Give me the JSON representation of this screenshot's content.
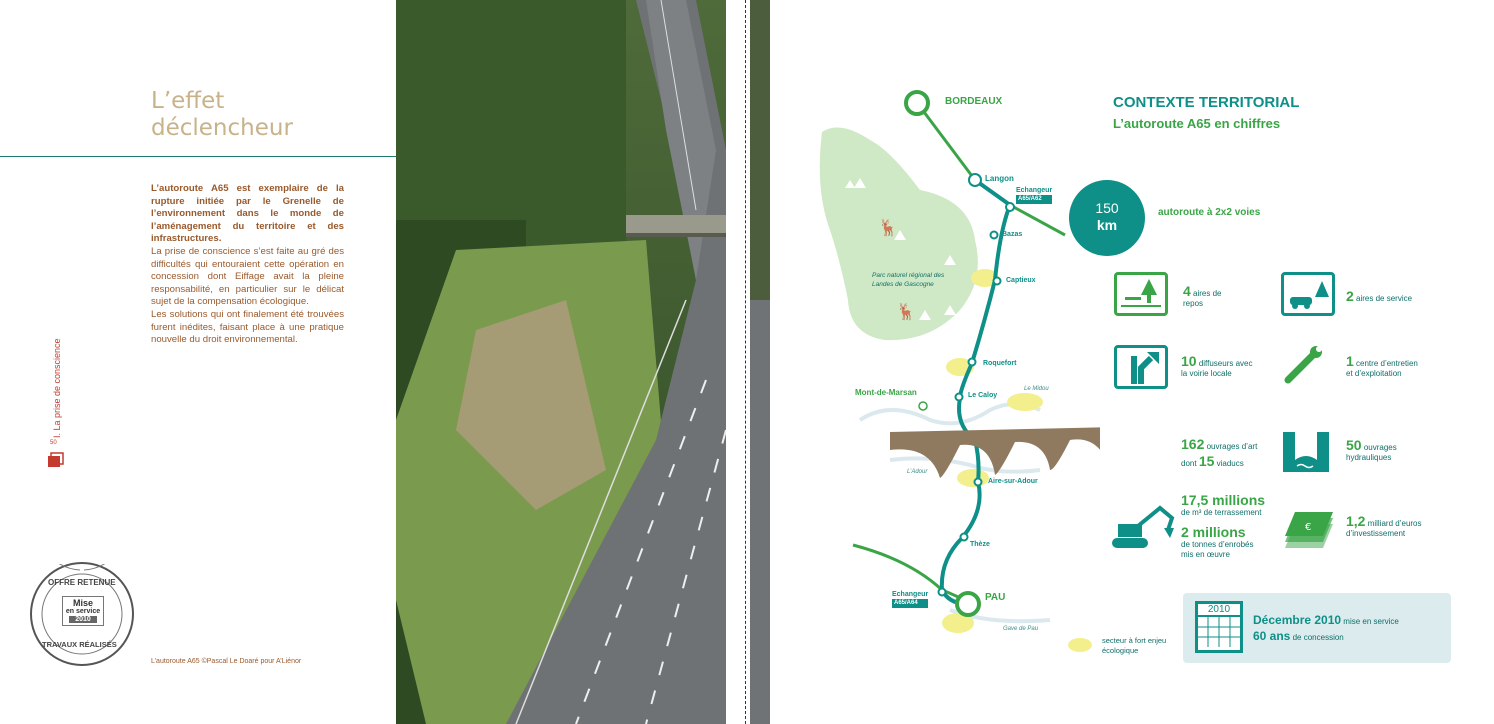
{
  "left_page": {
    "title_line1": "L’effet",
    "title_line2": "déclencheur",
    "paragraphs": [
      "L’autoroute A65 est exemplaire de la rupture initiée par le Grenelle de l’environnement dans le monde de l’aménagement du territoire et des infrastructures.",
      "La prise de conscience s’est faite au gré des difficultés qui entouraient cette opération en concession dont Eiffage avait la pleine responsabilité, en particulier sur le délicat sujet de la compensation écologique.",
      "Les solutions qui ont finalement été trouvées furent inédites, faisant place à une pratique nouvelle du droit environnemental."
    ],
    "section_label": "I. La prise de conscience",
    "page_number": "50",
    "caption": "L’autoroute A65 ©Pascal Le Doaré pour A’Liénor",
    "stamp": {
      "top": "OFFRE RETENUE",
      "middle1": "Mise",
      "middle2": "en service",
      "year": "2010",
      "bottom": "TRAVAUX RÉALISÉS"
    }
  },
  "right_page": {
    "heading": "CONTEXTE TERRITORIAL",
    "subheading": "L’autoroute A65 en chiffres",
    "map": {
      "cities": [
        "BORDEAUX",
        "Langon",
        "Bazas",
        "Captieux",
        "Roquefort",
        "Le Caloy",
        "Mont-de-Marsan",
        "Aire-sur-Adour",
        "Thèze",
        "PAU"
      ],
      "interchange_label": "Echangeur",
      "interchange_top": "A65/A62",
      "interchange_bottom": "A65/A64",
      "park": "Parc naturel régional des Landes de Gascogne",
      "rivers": [
        "Le Midou",
        "L’Adour",
        "Gave de Pau"
      ],
      "legend": "secteur à fort enjeu écologique"
    },
    "km_value": "150",
    "km_unit": "km",
    "km_text": "autoroute à 2x2 voies",
    "stats": {
      "rest_num": "4",
      "rest_text1": "aires de",
      "rest_text2": "repos",
      "service_num": "2",
      "service_text": "aires de service",
      "exits_num": "10",
      "exits_text1": "diffuseurs avec",
      "exits_text2": "la voirie locale",
      "centre_num": "1",
      "centre_text1": "centre d’entretien",
      "centre_text2": "et d’exploitation",
      "works_num": "162",
      "works_text": "ouvrages d’art",
      "works_dont": "dont",
      "viaducts_num": "15",
      "viaducts_text": "viaducs",
      "hydro_num": "50",
      "hydro_text1": "ouvrages",
      "hydro_text2": "hydrauliques",
      "earth_num": "17,5 millions",
      "earth_text": "de m³ de terrassement",
      "asphalt_num": "2 millions",
      "asphalt_text1": "de tonnes d’enrobés",
      "asphalt_text2": "mis en œuvre",
      "invest_num": "1,2",
      "invest_text1": "milliard d’euros",
      "invest_text2": "d’investissement"
    },
    "calendar": {
      "year": "2010",
      "date": "Décembre 2010",
      "date_text": "mise en service",
      "concession": "60 ans",
      "concession_text": "de concession"
    }
  }
}
